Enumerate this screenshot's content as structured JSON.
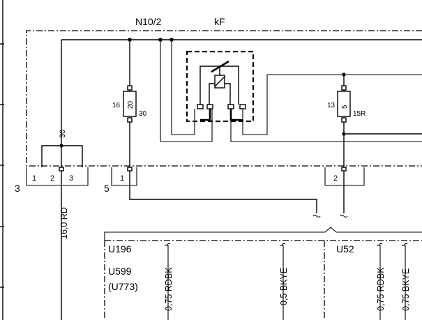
{
  "labels": {
    "module": "N10/2",
    "fuse_block": "kF",
    "connector_left": "3",
    "connector_mid": "5",
    "connector_left_pins": [
      "1",
      "2",
      "3"
    ],
    "pin_30_vertical": "30",
    "fuse_20": {
      "pin_in": "16",
      "rating": "20",
      "pin_out": "30"
    },
    "fuse_5": {
      "pin_in": "13",
      "rating": "5",
      "pin_out": "15R"
    },
    "connector_mid_pin": "1",
    "connector_right_pin": "2",
    "wire_main": "16,0 RD",
    "wire_u196": "0,75 RDBK",
    "wire_u196_b": "0,5 BKYE",
    "wire_u52": "0,75 RDBK",
    "wire_u52_b": "0,75 BKYE",
    "splice_u196": "U196",
    "splice_u599": "U599",
    "splice_u773": "(U773)",
    "splice_u52": "U52"
  }
}
